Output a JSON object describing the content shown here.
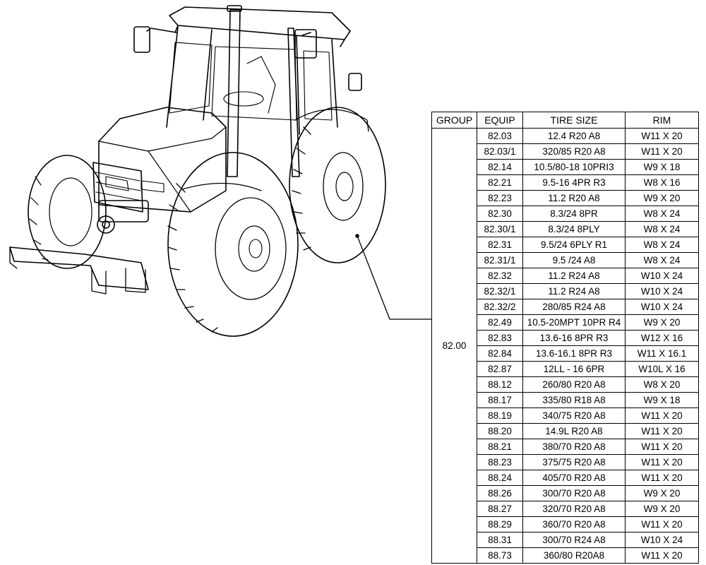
{
  "table": {
    "headers": {
      "group": "GROUP",
      "equip": "EQUIP",
      "tire_size": "TIRE SIZE",
      "rim": "RIM"
    },
    "group_value": "82.00",
    "rows": [
      {
        "equip": "82.03",
        "tire_size": "12.4 R20 A8",
        "rim": "W11 X 20"
      },
      {
        "equip": "82.03/1",
        "tire_size": "320/85 R20 A8",
        "rim": "W11 X 20"
      },
      {
        "equip": "82.14",
        "tire_size": "10.5/80-18 10PRI3",
        "rim": "W9 X 18"
      },
      {
        "equip": "82.21",
        "tire_size": "9.5-16 4PR R3",
        "rim": "W8 X 16"
      },
      {
        "equip": "82.23",
        "tire_size": "11.2 R20 A8",
        "rim": "W9 X 20"
      },
      {
        "equip": "82.30",
        "tire_size": "8.3/24 8PR",
        "rim": "W8 X 24"
      },
      {
        "equip": "82.30/1",
        "tire_size": "8.3/24 8PLY",
        "rim": "W8 X 24"
      },
      {
        "equip": "82.31",
        "tire_size": "9.5/24 6PLY R1",
        "rim": "W8 X 24"
      },
      {
        "equip": "82.31/1",
        "tire_size": "9.5 /24 A8",
        "rim": "W8 X 24"
      },
      {
        "equip": "82.32",
        "tire_size": "11.2 R24 A8",
        "rim": "W10 X 24"
      },
      {
        "equip": "82.32/1",
        "tire_size": "11.2 R24 A8",
        "rim": "W10 X 24"
      },
      {
        "equip": "82.32/2",
        "tire_size": "280/85 R24 A8",
        "rim": "W10 X 24"
      },
      {
        "equip": "82.49",
        "tire_size": "10.5-20MPT 10PR R4",
        "rim": "W9 X 20"
      },
      {
        "equip": "82.83",
        "tire_size": "13.6-16 8PR R3",
        "rim": "W12 X 16"
      },
      {
        "equip": "82.84",
        "tire_size": "13.6-16.1 8PR R3",
        "rim": "W11 X 16.1"
      },
      {
        "equip": "82.87",
        "tire_size": "12LL - 16 6PR",
        "rim": "W10L X 16"
      },
      {
        "equip": "88.12",
        "tire_size": "260/80 R20 A8",
        "rim": "W8 X 20"
      },
      {
        "equip": "88.17",
        "tire_size": "335/80 R18 A8",
        "rim": "W9 X 18"
      },
      {
        "equip": "88.19",
        "tire_size": "340/75 R20 A8",
        "rim": "W11 X 20"
      },
      {
        "equip": "88.20",
        "tire_size": "14.9L R20 A8",
        "rim": "W11 X 20"
      },
      {
        "equip": "88.21",
        "tire_size": "380/70 R20 A8",
        "rim": "W11 X 20"
      },
      {
        "equip": "88.23",
        "tire_size": "375/75 R20 A8",
        "rim": "W11 X 20"
      },
      {
        "equip": "88.24",
        "tire_size": "405/70 R20 A8",
        "rim": "W11 X 20"
      },
      {
        "equip": "88.26",
        "tire_size": "300/70 R20 A8",
        "rim": "W9 X 20"
      },
      {
        "equip": "88.27",
        "tire_size": "320/70 R20 A8",
        "rim": "W9 X 20"
      },
      {
        "equip": "88.29",
        "tire_size": "360/70 R20 A8",
        "rim": "W11 X 20"
      },
      {
        "equip": "88.31",
        "tire_size": "300/70 R24 A8",
        "rim": "W10 X 24"
      },
      {
        "equip": "88.73",
        "tire_size": "360/80 R20A8",
        "rim": "W11 X 20"
      }
    ]
  }
}
